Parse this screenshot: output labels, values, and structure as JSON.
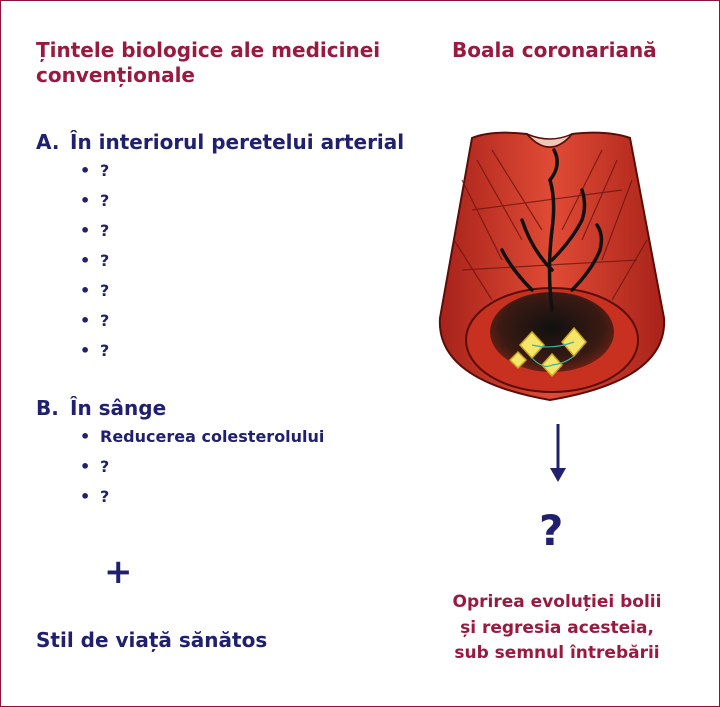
{
  "title_left": "Țintele biologice ale medicinei convenționale",
  "title_right": "Boala coronariană",
  "section_a": {
    "letter": "A.",
    "heading": "În interiorul peretelui arterial",
    "items": [
      "?",
      "?",
      "?",
      "?",
      "?",
      "?",
      "?"
    ]
  },
  "section_b": {
    "letter": "B.",
    "heading": "În sânge",
    "items": [
      "Reducerea colesterolului",
      "?",
      "?"
    ]
  },
  "bullet": "•",
  "plus": "+",
  "lifestyle": "Stil de viață sănătos",
  "question": "?",
  "caption": [
    "Oprirea evoluției bolii",
    "și regresia acesteia,",
    "sub semnul întrebării"
  ],
  "colors": {
    "accent_maroon": "#9a1a3f",
    "text_navy": "#20206e",
    "artery_red": "#d23a2a",
    "plaque_yellow": "#f5e66a"
  },
  "icons": [
    "artery-illustration",
    "down-arrow-icon"
  ]
}
